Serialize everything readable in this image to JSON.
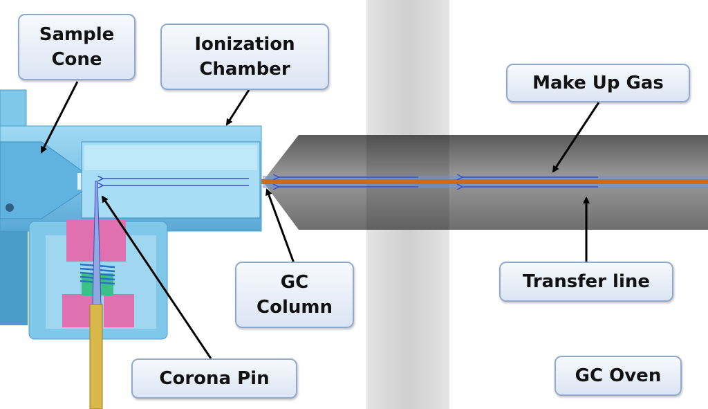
{
  "labels": {
    "sample_cone": [
      "Sample",
      "Cone"
    ],
    "ionization_chamber": [
      "Ionization",
      "Chamber"
    ],
    "make_up_gas": "Make Up Gas",
    "gc_column": [
      "GC",
      "Column"
    ],
    "transfer_line": "Transfer line",
    "corona_pin": "Corona Pin",
    "gc_oven": "GC Oven"
  },
  "colors": {
    "source_body": "#7fc8ea",
    "source_body_dark": "#4a9dc8",
    "insulator": "#e070b0",
    "spring": "#2a6fc0",
    "insulator_core": "#3cc08a",
    "pin": "#d8b84a",
    "transfer_line": "#7d7d7d",
    "oven_wall": "#dcdcdc",
    "column": "#d06a1a",
    "gas_arrow": "#3a4fc8",
    "callout_border": "#8fa9cf",
    "arrow": "#000000"
  }
}
